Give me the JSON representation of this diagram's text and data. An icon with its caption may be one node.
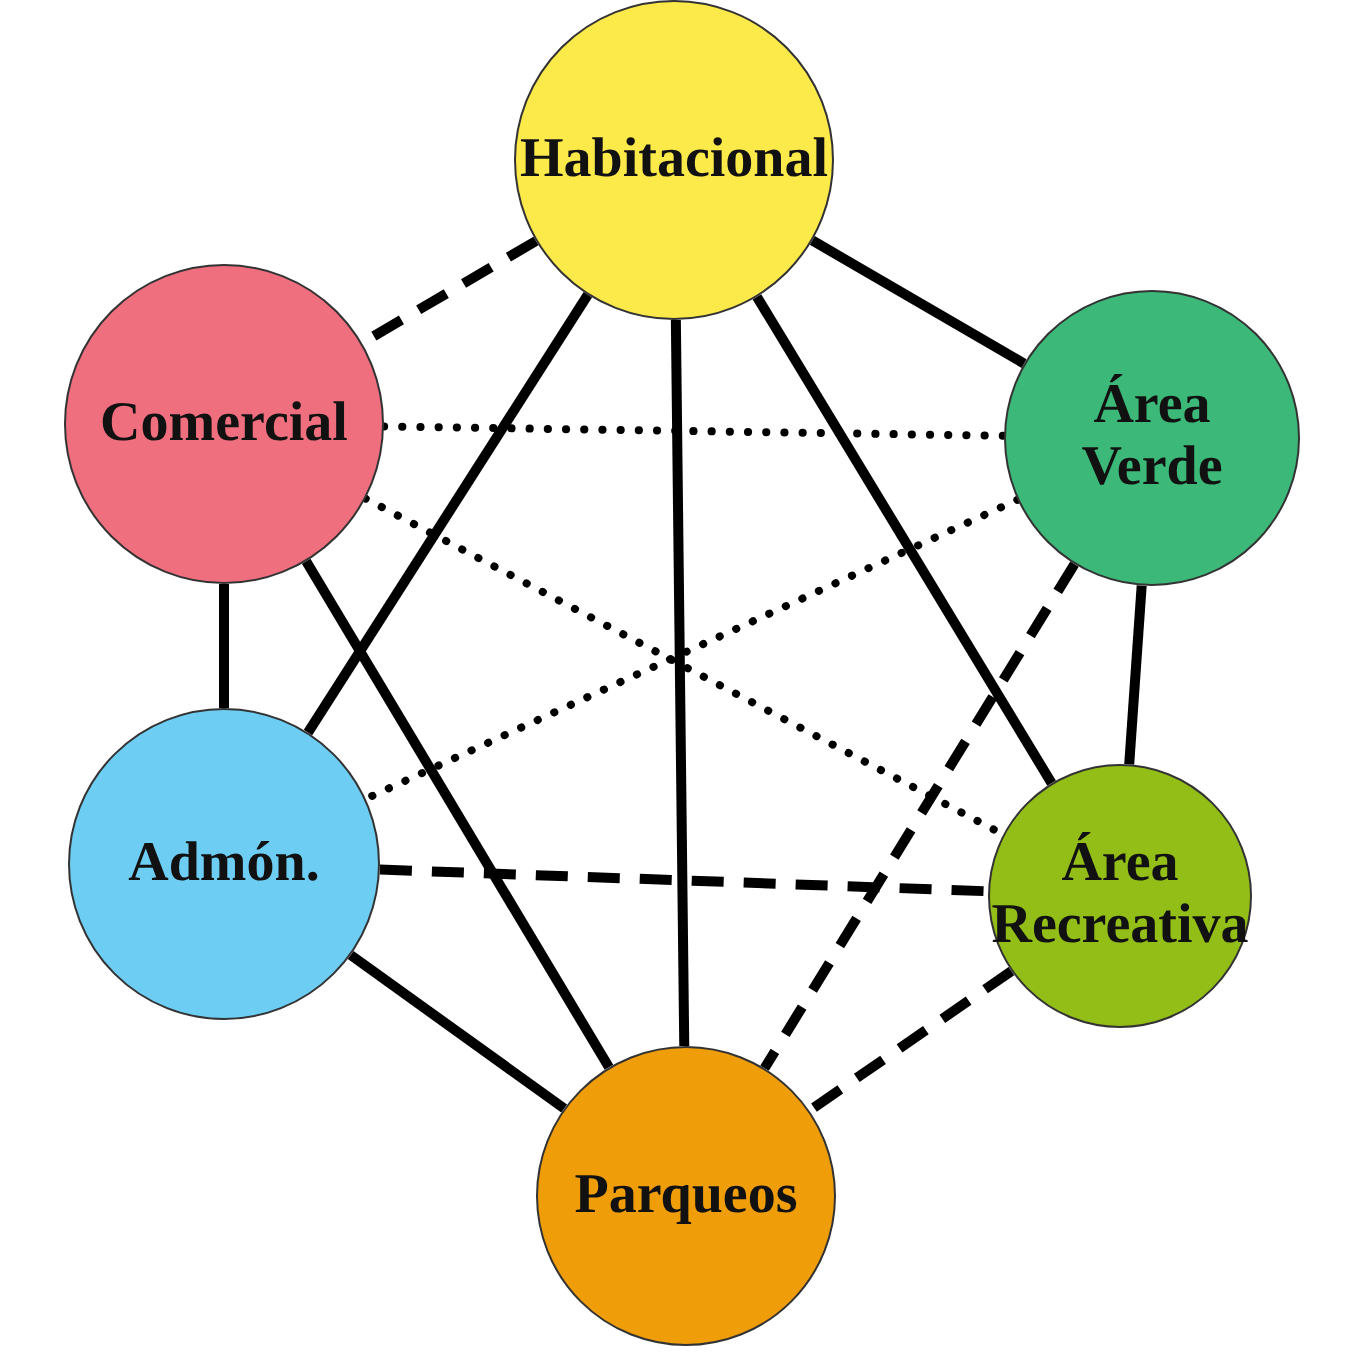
{
  "diagram": {
    "nodes": [
      {
        "text": [
          "Habitacional"
        ]
      },
      {
        "text": [
          "Comercial"
        ]
      },
      {
        "text": [
          "Área Verde"
        ]
      },
      {
        "text": [
          "Admón."
        ]
      },
      {
        "text": [
          "Área Recreativa"
        ]
      },
      {
        "text": [
          "Parqueos"
        ]
      }
    ],
    "edges": [
      {
        "from": 0,
        "to": 1,
        "arrow": "none",
        "style": "dashed"
      },
      {
        "from": 0,
        "to": 2,
        "arrow": "none"
      },
      {
        "from": 0,
        "to": 3,
        "arrow": "none"
      },
      {
        "from": 0,
        "to": 5,
        "arrow": "none"
      },
      {
        "from": 0,
        "to": 4,
        "arrow": "none"
      },
      {
        "from": 1,
        "to": 2,
        "arrow": "none",
        "style": "dashed"
      },
      {
        "from": 1,
        "to": 4,
        "arrow": "none",
        "style": "dashed"
      },
      {
        "from": 1,
        "to": 3,
        "arrow": "none"
      },
      {
        "from": 1,
        "to": 5,
        "arrow": "none"
      },
      {
        "from": 2,
        "to": 3,
        "arrow": "none",
        "style": "dashed"
      },
      {
        "from": 2,
        "to": 4,
        "arrow": "none"
      },
      {
        "from": 2,
        "to": 5,
        "arrow": "none",
        "style": "dashed"
      },
      {
        "from": 3,
        "to": 4,
        "arrow": "none",
        "style": "dashed"
      },
      {
        "from": 3,
        "to": 5,
        "arrow": "none"
      },
      {
        "from": 4,
        "to": 5,
        "arrow": "none",
        "style": "dashed"
      }
    ]
  }
}
